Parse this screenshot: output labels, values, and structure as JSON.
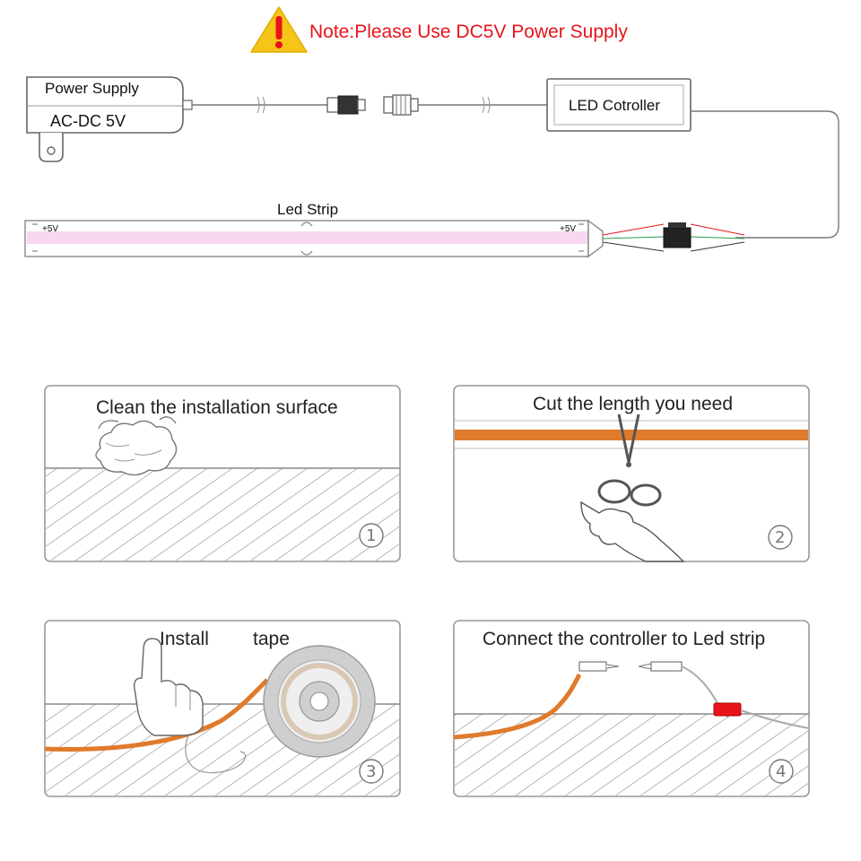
{
  "note": {
    "text": "Note:Please Use DC5V Power Supply",
    "icon": "warning-triangle-icon",
    "color": "#e8141b",
    "icon_color": "#f5c518"
  },
  "wiring": {
    "power_supply_title": "Power Supply",
    "power_supply_spec": "AC-DC  5V",
    "controller_label": "LED Cotroller",
    "strip_label": "Led Strip",
    "strip_voltage_left": "+5V",
    "strip_voltage_right": "+5V",
    "strip_color": "#f8d7f2"
  },
  "steps": [
    {
      "number": "1",
      "label": "Clean the installation surface"
    },
    {
      "number": "2",
      "label": "Cut the length you need"
    },
    {
      "number": "3",
      "label_a": "Install",
      "label_b": "tape"
    },
    {
      "number": "4",
      "label": "Connect the controller to Led strip"
    }
  ],
  "colors": {
    "tape_orange": "#e07a2c",
    "outline": "#8a8a8a"
  }
}
